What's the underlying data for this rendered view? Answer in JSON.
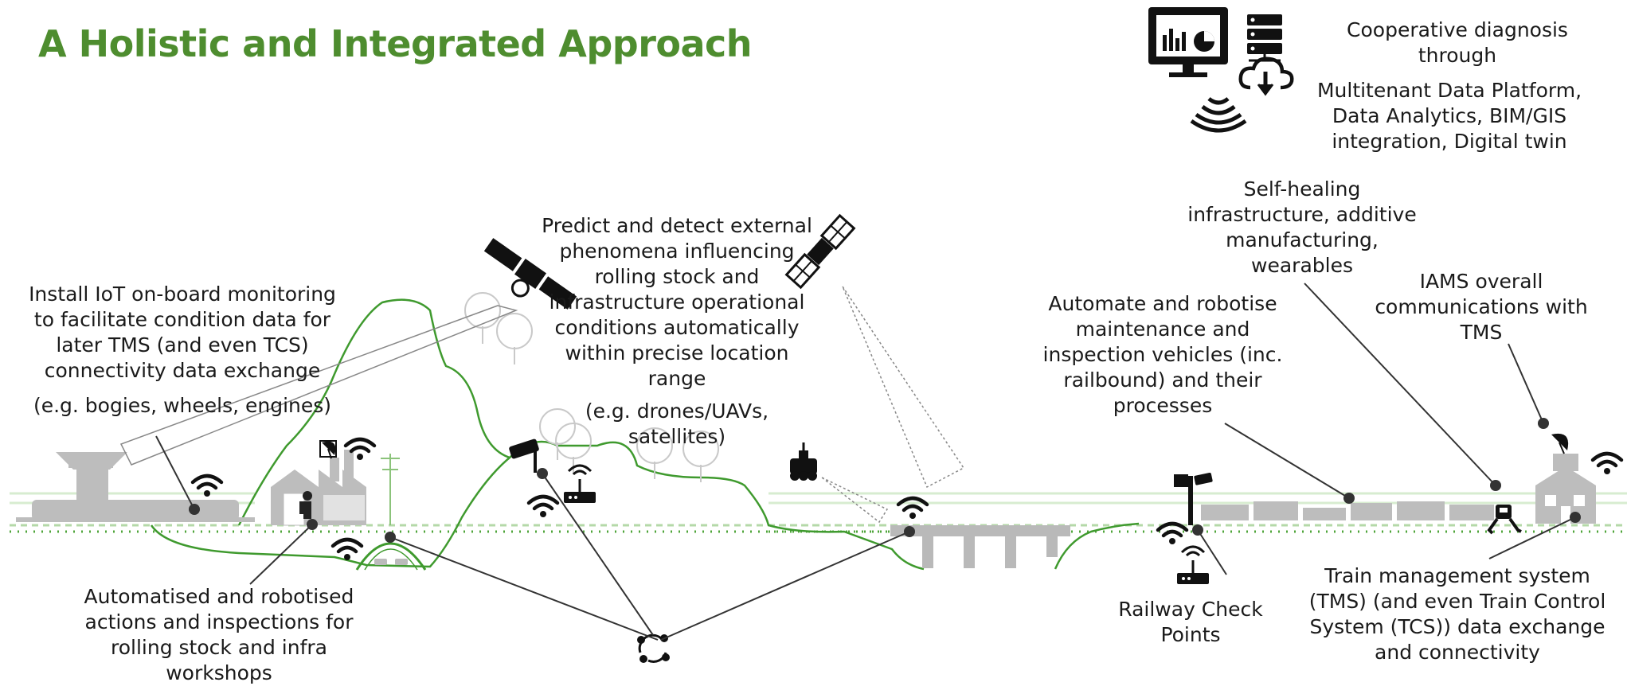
{
  "title": "A Holistic and Integrated Approach",
  "colors": {
    "title_green": "#4e8d2f",
    "terrain_green": "#3f9a2e",
    "infra_grey": "#b7b7b7",
    "icon_dark": "#111111"
  },
  "diagnosis": {
    "heading": [
      "Cooperative diagnosis",
      "through"
    ],
    "detail": [
      "Multitenant Data Platform,",
      "Data Analytics, BIM/GIS",
      "integration, Digital twin"
    ]
  },
  "labels": {
    "iot_onboard": [
      "Install IoT on-board monitoring",
      "to facilitate condition data for",
      "later TMS (and even TCS)",
      "connectivity data exchange"
    ],
    "iot_onboard_examples": "(e.g. bogies, wheels, engines)",
    "predict_detect": [
      "Predict and detect external",
      "phenomena influencing",
      "rolling stock and",
      "infrastructure operational",
      "conditions automatically",
      "within precise location",
      "range"
    ],
    "predict_detect_examples": [
      "(e.g. drones/UAVs,",
      "satellites)"
    ],
    "self_healing": [
      "Self-healing",
      "infrastructure, additive",
      "manufacturing,",
      "wearables"
    ],
    "iams": [
      "IAMS overall",
      "communications with",
      "TMS"
    ],
    "automate_robotise": [
      "Automate and robotise",
      "maintenance and",
      "inspection vehicles (inc.",
      "railbound) and their",
      "processes"
    ],
    "workshops": [
      "Automatised and robotised",
      "actions and inspections for",
      "rolling stock and infra",
      "workshops"
    ],
    "checkpoints": [
      "Railway Check",
      "Points"
    ],
    "tms": [
      "Train management system",
      "(TMS) (and even Train Control",
      "System (TCS)) data exchange",
      "and connectivity"
    ]
  },
  "icons": [
    "monitor-dashboard-icon",
    "server-icon",
    "cloud-download-icon",
    "wifi-signal-icon",
    "satellite-icon",
    "drone-robot-icon",
    "cctv-camera-icon",
    "router-icon",
    "antenna-dish-icon",
    "factory-icon",
    "worker-icon",
    "robot-arm-icon",
    "sync-hub-icon",
    "station-building-icon"
  ]
}
